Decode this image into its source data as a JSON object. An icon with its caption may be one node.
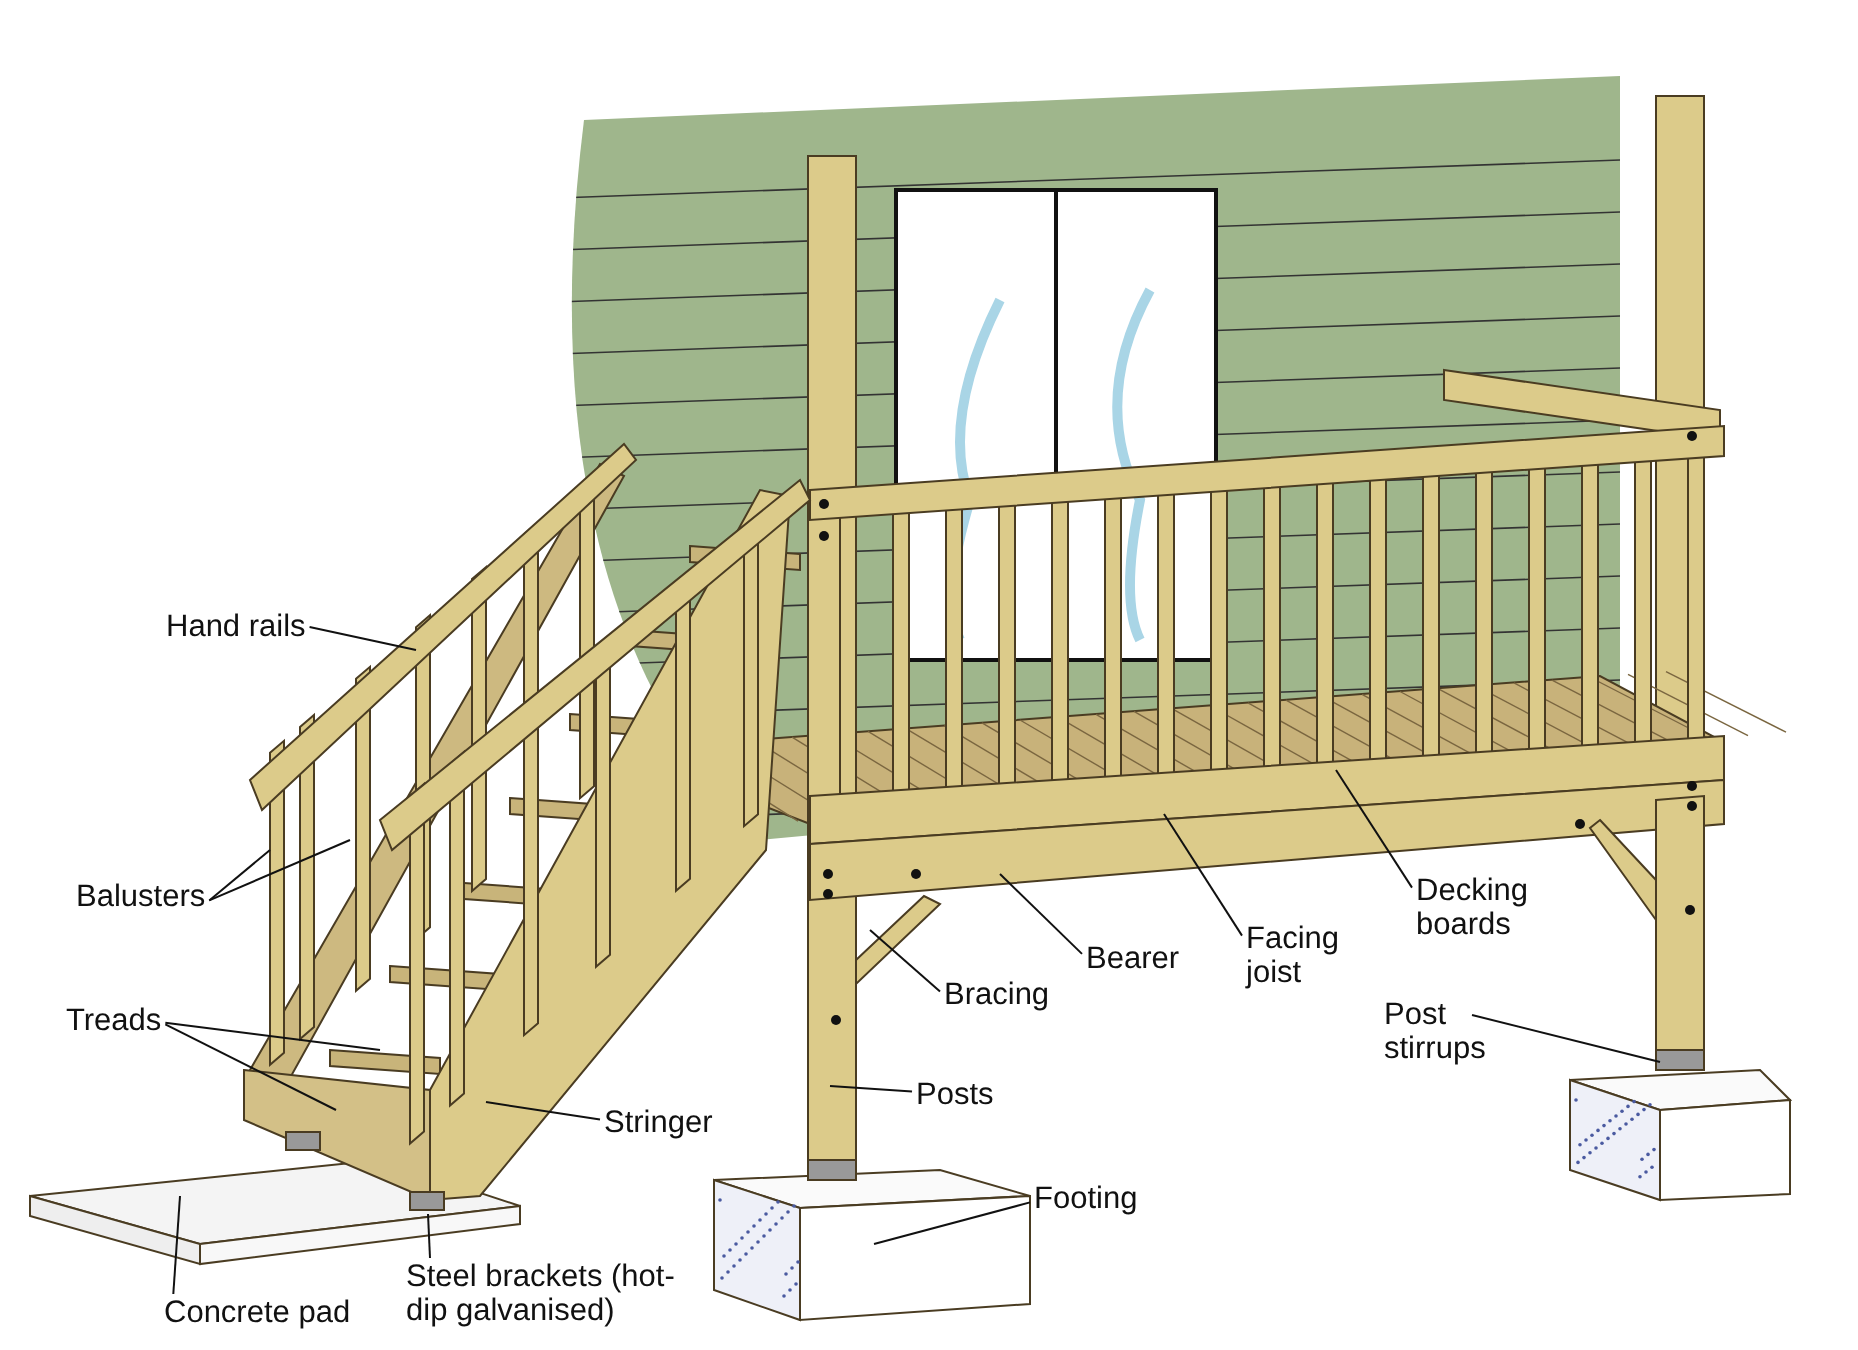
{
  "diagram": {
    "nodes": [
      {
        "text": [
          "Hand rails"
        ]
      },
      {
        "text": [
          "Balusters"
        ]
      },
      {
        "text": [
          "Treads"
        ]
      },
      {
        "text": [
          "Stringer"
        ]
      },
      {
        "text": [
          "Concrete pad"
        ]
      },
      {
        "text": [
          "Steel brackets (hot-dip galvanised)"
        ]
      },
      {
        "text": [
          "Posts"
        ]
      },
      {
        "text": [
          "Bracing"
        ]
      },
      {
        "text": [
          "Bearer"
        ]
      },
      {
        "text": [
          "Facing joist"
        ]
      },
      {
        "text": [
          "Decking boards"
        ]
      },
      {
        "text": [
          "Post stirrups"
        ]
      },
      {
        "text": [
          "Footing"
        ]
      }
    ],
    "edges": [
      {
        "from": 0,
        "to": null,
        "arrow": "none"
      },
      {
        "from": 1,
        "to": null,
        "arrow": "none"
      },
      {
        "from": 1,
        "to": null,
        "arrow": "none"
      },
      {
        "from": 2,
        "to": null,
        "arrow": "none"
      },
      {
        "from": 2,
        "to": null,
        "arrow": "none"
      },
      {
        "from": 3,
        "to": null,
        "arrow": "none"
      },
      {
        "from": 4,
        "to": null,
        "arrow": "none"
      },
      {
        "from": 5,
        "to": null,
        "arrow": "none"
      },
      {
        "from": 6,
        "to": null,
        "arrow": "none"
      },
      {
        "from": 7,
        "to": null,
        "arrow": "none"
      },
      {
        "from": 8,
        "to": null,
        "arrow": "none"
      },
      {
        "from": 9,
        "to": null,
        "arrow": "none"
      },
      {
        "from": 10,
        "to": null,
        "arrow": "none"
      },
      {
        "from": 11,
        "to": null,
        "arrow": "none"
      },
      {
        "from": 12,
        "to": null,
        "arrow": "none"
      }
    ]
  }
}
